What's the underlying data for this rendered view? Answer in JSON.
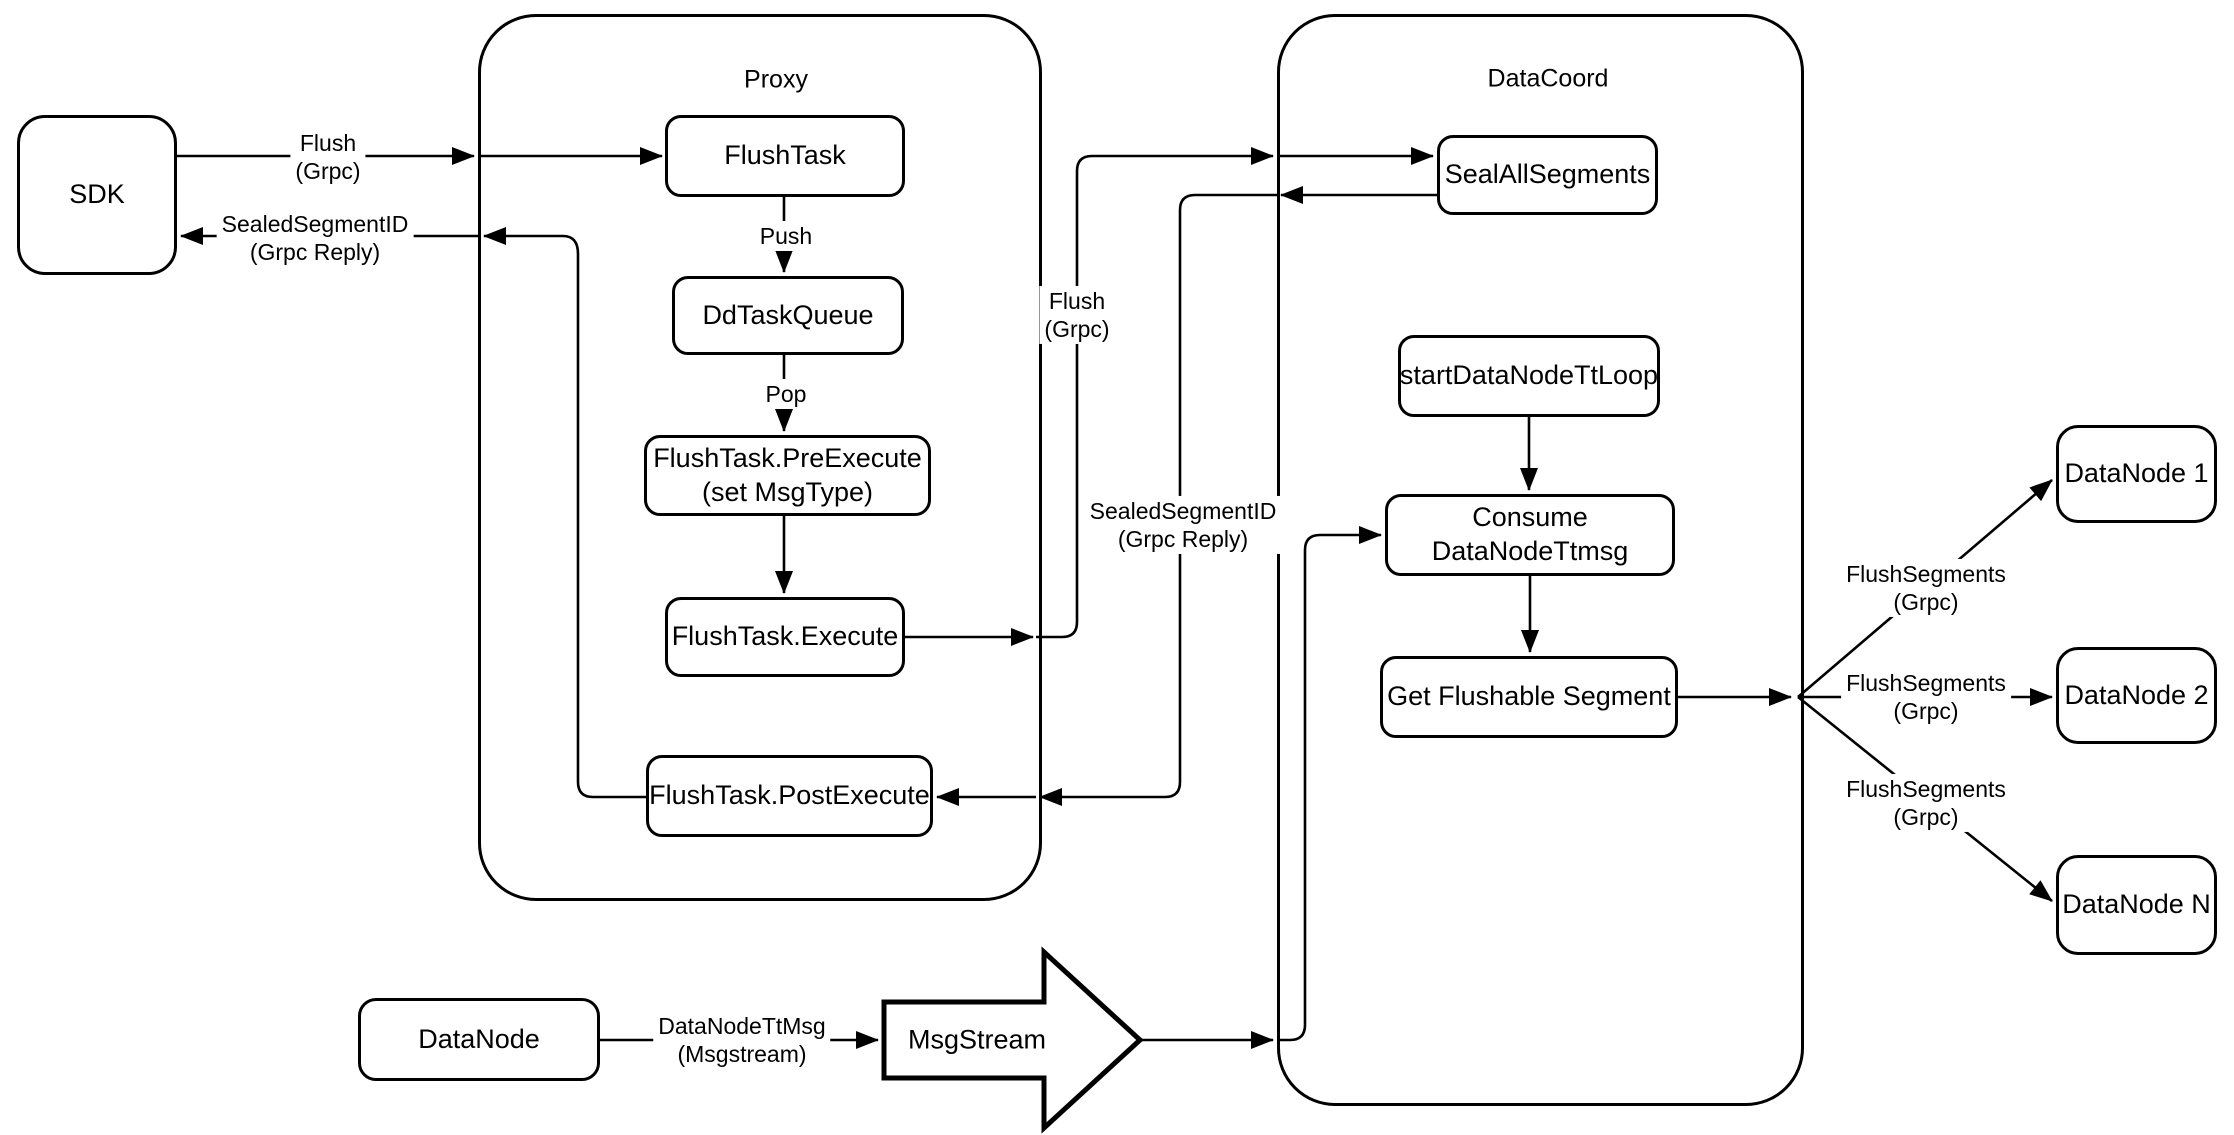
{
  "colors": {
    "stroke": "#000000",
    "fill": "#ffffff"
  },
  "containers": {
    "proxy": {
      "label": "Proxy"
    },
    "datacoord": {
      "label": "DataCoord"
    }
  },
  "nodes": {
    "sdk": {
      "label": "SDK"
    },
    "flush_task": {
      "label": "FlushTask"
    },
    "dd_task_queue": {
      "label": "DdTaskQueue"
    },
    "pre_execute": {
      "line1": "FlushTask.PreExecute",
      "line2": "(set MsgType)"
    },
    "execute": {
      "label": "FlushTask.Execute"
    },
    "post_execute": {
      "label": "FlushTask.PostExecute"
    },
    "seal_all_segments": {
      "label": "SealAllSegments"
    },
    "start_data_node_tt_loop": {
      "label": "startDataNodeTtLoop"
    },
    "consume_data_node_ttmsg": {
      "label": "Consume DataNodeTtmsg"
    },
    "get_flushable_segment": {
      "label": "Get Flushable Segment"
    },
    "data_node_1": {
      "label": "DataNode 1"
    },
    "data_node_2": {
      "label": "DataNode 2"
    },
    "data_node_n": {
      "label": "DataNode N"
    },
    "data_node_bottom": {
      "label": "DataNode"
    },
    "msg_stream": {
      "label": "MsgStream"
    }
  },
  "edge_labels": {
    "flush_sdk_to_proxy": {
      "line1": "Flush",
      "line2": "(Grpc)"
    },
    "sealed_to_sdk": {
      "line1": "SealedSegmentID",
      "line2": "(Grpc Reply)"
    },
    "push": {
      "label": "Push"
    },
    "pop": {
      "label": "Pop"
    },
    "flush_to_datacoord": {
      "line1": "Flush",
      "line2": "(Grpc)"
    },
    "sealed_to_proxy": {
      "line1": "SealedSegmentID",
      "line2": "(Grpc Reply)"
    },
    "flush_segments_1": {
      "line1": "FlushSegments",
      "line2": "(Grpc)"
    },
    "flush_segments_2": {
      "line1": "FlushSegments",
      "line2": "(Grpc)"
    },
    "flush_segments_3": {
      "line1": "FlushSegments",
      "line2": "(Grpc)"
    },
    "data_node_tt_msg": {
      "line1": "DataNodeTtMsg",
      "line2": "(Msgstream)"
    }
  }
}
